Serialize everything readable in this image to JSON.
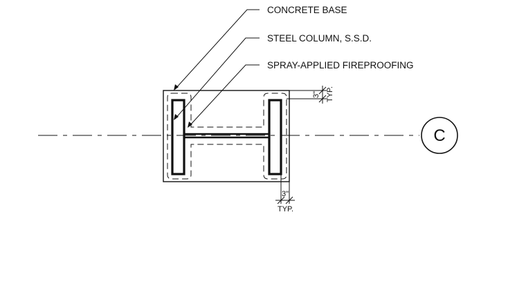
{
  "callouts": {
    "concrete_base": "CONCRETE BASE",
    "steel_column": "STEEL COLUMN, S.S.D.",
    "fireproofing": "SPRAY-APPLIED FIREPROOFING"
  },
  "dimensions": {
    "right_value": "3\"",
    "right_note": "TYP.",
    "bottom_value": "3\"",
    "bottom_note": "TYP."
  },
  "grid_bubble": {
    "letter": "C"
  },
  "colors": {
    "linework": "#111111",
    "background": "#ffffff"
  }
}
